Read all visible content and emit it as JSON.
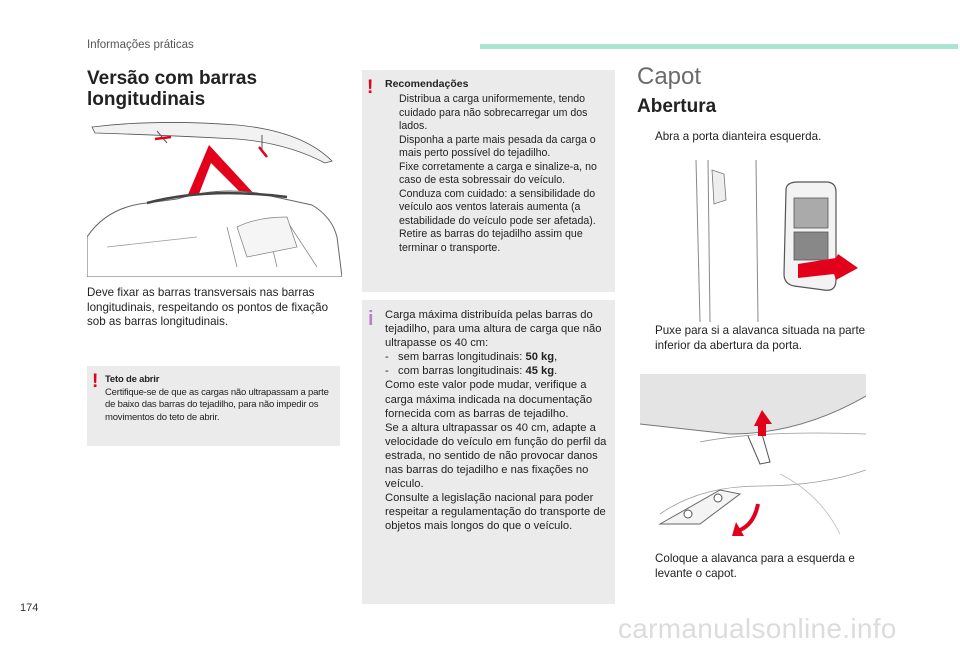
{
  "header": {
    "section": "Informações práticas",
    "page_number": "174"
  },
  "watermark": "carmanualsonline.info",
  "col1": {
    "title_line1": "Versão com barras",
    "title_line2": "longitudinais",
    "body": "Deve fixar as barras transversais nas barras longitudinais, respeitando os pontos de fixação sob as barras longitudinais.",
    "teto": {
      "icon": "!",
      "title": "Teto de abrir",
      "text": "Certifique-se de que as cargas não ultrapassam a parte de baixo das barras do tejadilho, para não impedir os movimentos do teto de abrir."
    }
  },
  "col2": {
    "recommendations": {
      "icon": "!",
      "title": "Recomendações",
      "bullet": "",
      "items": [
        "Distribua a carga uniformemente, tendo cuidado para não sobrecarregar um dos lados.",
        "Disponha a parte mais pesada da carga o mais perto possível do tejadilho.",
        "Fixe corretamente a carga e sinalize-a, no caso de esta sobressair do veículo.",
        "Conduza com cuidado: a sensibilidade do veículo aos ventos laterais aumenta (a estabilidade do veículo pode ser afetada).",
        "Retire as barras do tejadilho assim que terminar o transporte."
      ]
    },
    "carga": {
      "icon": "i",
      "intro": "Carga máxima distribuída pelas barras do tejadilho, para uma altura de carga que não ultrapasse os 40 cm:",
      "dash": "-",
      "sem_label": "sem barras longitudinais: ",
      "sem_value": "50 kg",
      "com_label": "com barras longitudinais: ",
      "com_value": "45 kg",
      "p2": "Como este valor pode mudar, verifique a carga máxima indicada na documentação fornecida com as barras de tejadilho.",
      "p3": "Se a altura ultrapassar os 40 cm, adapte a velocidade do veículo em função do perfil da estrada, no sentido de não provocar danos nas barras do tejadilho e nas fixações no veículo.",
      "p4": "Consulte a legislação nacional para poder respeitar a regulamentação do transporte de objetos mais longos do que o veículo."
    }
  },
  "col3": {
    "capot": "Capot",
    "abertura": "Abertura",
    "bullet": "",
    "step1": "Abra a porta dianteira esquerda.",
    "step2": "Puxe para si a alavanca situada na parte inferior da abertura da porta.",
    "step3": "Coloque a alavanca para a esquerda e levante o capot."
  },
  "colors": {
    "accent_bar": "#a8e6cf",
    "warning_red": "#e3001b",
    "info_purple": "#b784c8",
    "box_grey": "#ebebeb"
  }
}
